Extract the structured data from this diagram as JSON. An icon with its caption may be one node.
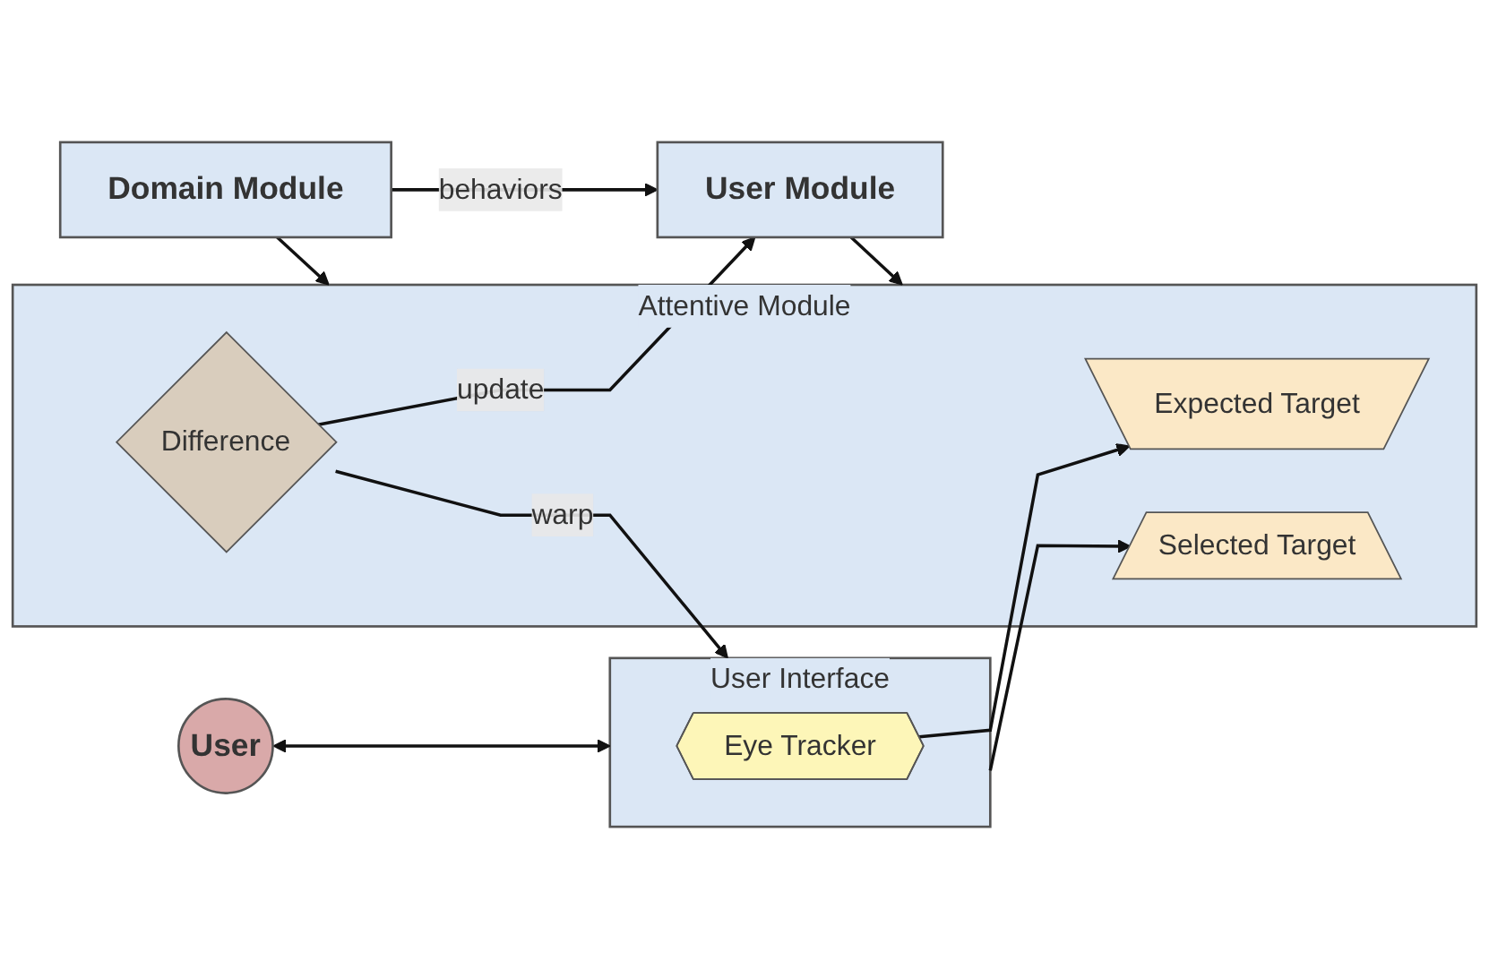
{
  "diagram": {
    "nodes": [
      {
        "text": [
          "User"
        ]
      },
      {
        "text": [
          "User Interface"
        ]
      },
      {
        "text": [
          "Eye Tracker"
        ],
        "in": 1
      },
      {
        "text": [
          "Attentive Module"
        ]
      },
      {
        "text": [
          "Expected Target"
        ],
        "in": 3
      },
      {
        "text": [
          "Difference"
        ],
        "in": 3
      },
      {
        "text": [
          "Selected Target"
        ],
        "in": 3
      },
      {
        "text": [
          "Domain Module"
        ]
      },
      {
        "text": [
          "User Module"
        ]
      }
    ],
    "edges": [
      {
        "from": 0,
        "to": 1,
        "arrow": "both"
      },
      {
        "from": 2,
        "to": 4,
        "arrow": "to"
      },
      {
        "from": 7,
        "to": 3,
        "arrow": "to"
      },
      {
        "from": 5,
        "to": 1,
        "label": "warp",
        "arrow": "to"
      },
      {
        "from": 5,
        "to": 8,
        "label": "update",
        "arrow": "to"
      },
      {
        "from": 7,
        "to": 8,
        "label": "behaviors",
        "arrow": "to"
      },
      {
        "from": 1,
        "to": 6,
        "arrow": "to"
      },
      {
        "from": 8,
        "to": 3,
        "arrow": "to"
      }
    ]
  }
}
